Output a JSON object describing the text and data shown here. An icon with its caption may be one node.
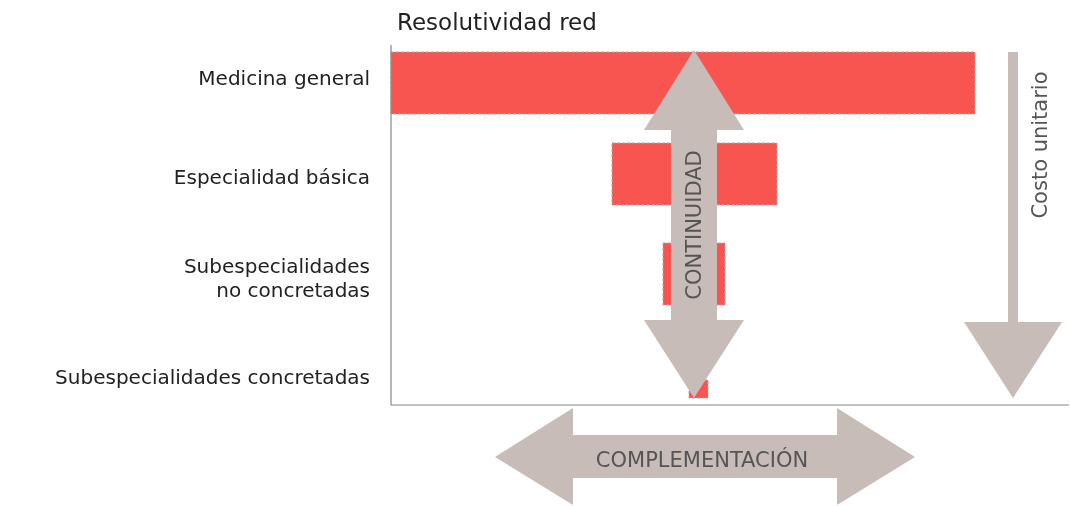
{
  "diagram": {
    "labels": [
      "Resolutividad red",
      "Medicina general",
      "Especialidad básica",
      "Subespecialidades no concretadas",
      "Subespecialidades concretadas",
      "CONTINUIDAD",
      "Costo unitario",
      "COMPLEMENTACIÓN"
    ]
  }
}
